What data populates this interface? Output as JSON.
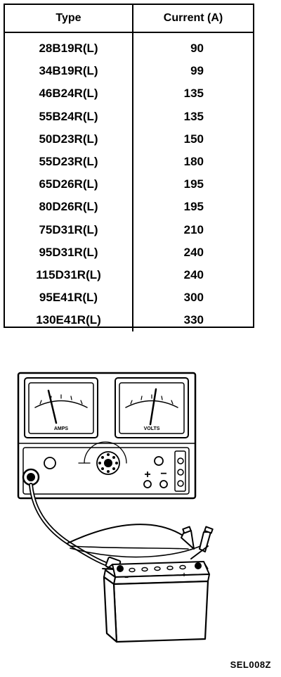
{
  "table": {
    "headers": [
      "Type",
      "Current (A)"
    ],
    "rows": [
      {
        "type": "28B19R(L)",
        "current": "90"
      },
      {
        "type": "34B19R(L)",
        "current": "99"
      },
      {
        "type": "46B24R(L)",
        "current": "135"
      },
      {
        "type": "55B24R(L)",
        "current": "135"
      },
      {
        "type": "50D23R(L)",
        "current": "150"
      },
      {
        "type": "55D23R(L)",
        "current": "180"
      },
      {
        "type": "65D26R(L)",
        "current": "195"
      },
      {
        "type": "80D26R(L)",
        "current": "195"
      },
      {
        "type": "75D31R(L)",
        "current": "210"
      },
      {
        "type": "95D31R(L)",
        "current": "240"
      },
      {
        "type": "115D31R(L)",
        "current": "240"
      },
      {
        "type": "95E41R(L)",
        "current": "300"
      },
      {
        "type": "130E41R(L)",
        "current": "330"
      }
    ]
  },
  "figure": {
    "amps_label": "AMPS",
    "volts_label": "VOLTS",
    "plus_sign": "+",
    "minus_sign": "−",
    "battery_minus": "−",
    "battery_plus": "+"
  },
  "figure_code": "SEL008Z"
}
